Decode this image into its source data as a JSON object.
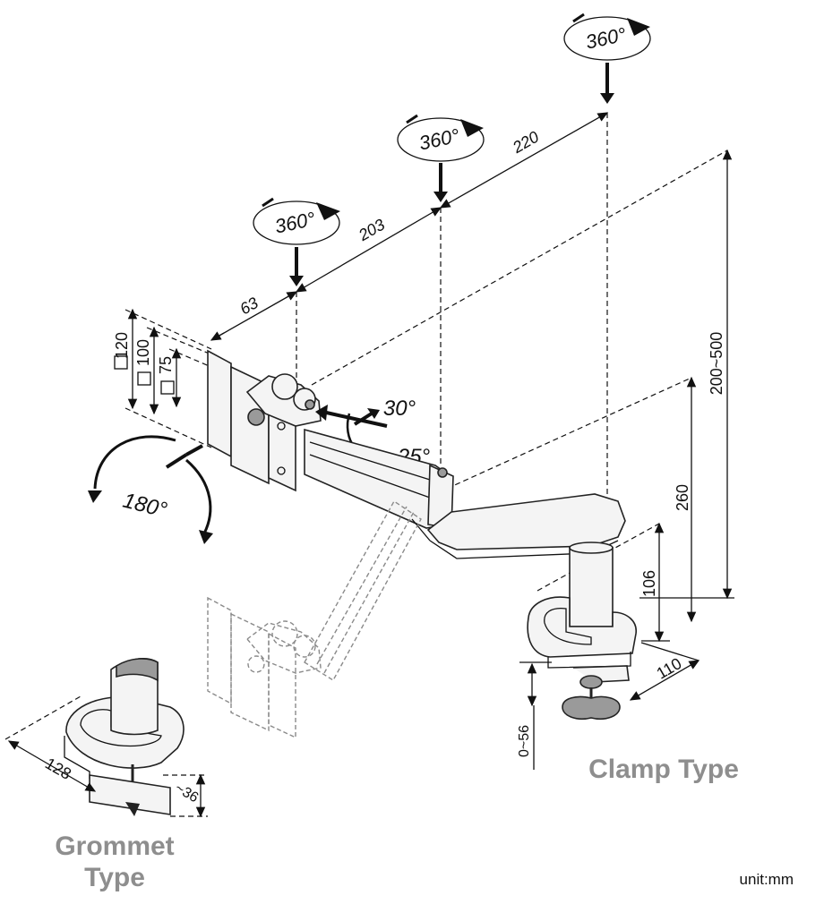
{
  "rotations": {
    "joint1": "360°",
    "joint2": "360°",
    "joint3": "360°"
  },
  "dimensions": {
    "seg_63": "63",
    "seg_203": "203",
    "seg_220": "220",
    "height_range": "200~500",
    "height_260": "260",
    "height_106": "106",
    "clamp_110": "110",
    "clamp_range": "0~56",
    "grommet_128": "128",
    "grommet_36": "~36"
  },
  "vesa": {
    "s120": "120",
    "s100": "100",
    "s75": "75"
  },
  "angles": {
    "tilt_up": "30°",
    "tilt_down": "25°",
    "rotate": "180°"
  },
  "labels": {
    "clamp": "Clamp Type",
    "grommet_line1": "Grommet",
    "grommet_line2": "Type",
    "unit": "unit:mm"
  }
}
